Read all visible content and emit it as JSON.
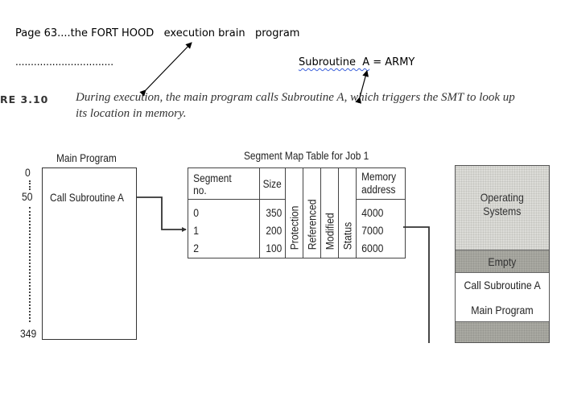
{
  "notes": {
    "title": "Page 63....the FORT HOOD   execution brain   program",
    "dots": "................................",
    "subroutine_prefix": "Subroutine  A",
    "subroutine_suffix": " = ARMY"
  },
  "figure": {
    "label": "RE 3.10",
    "caption": "During execution, the main program calls Subroutine A, which triggers the SMT to look up its location in memory."
  },
  "main_program": {
    "title": "Main Program",
    "line": "Call Subroutine A",
    "address_ticks": [
      "0",
      "50",
      "349"
    ]
  },
  "segment_map_table": {
    "title": "Segment Map Table for Job 1",
    "headers": {
      "segment_no": "Segment no.",
      "segment_no_line1": "Segment",
      "segment_no_line2": "no.",
      "size": "Size",
      "protection": "Protection",
      "referenced": "Referenced",
      "modified": "Modified",
      "status": "Status",
      "memory_address_line1": "Memory",
      "memory_address_line2": "address"
    },
    "rows": [
      {
        "segment_no": "0",
        "size": "350",
        "memory_address": "4000"
      },
      {
        "segment_no": "1",
        "size": "200",
        "memory_address": "7000"
      },
      {
        "segment_no": "2",
        "size": "100",
        "memory_address": "6000"
      }
    ]
  },
  "memory": {
    "segments": [
      {
        "label_line1": "Operating",
        "label_line2": "Systems"
      },
      {
        "label": "Empty"
      },
      {
        "label_line1": "Call Subroutine A",
        "label_line2": "Main Program"
      },
      {
        "label": ""
      }
    ]
  },
  "colors": {
    "os_fill": "#dcdcd8",
    "empty_fill": "#a9a9a2",
    "spellcheck_underline": "#3a5fd9"
  }
}
